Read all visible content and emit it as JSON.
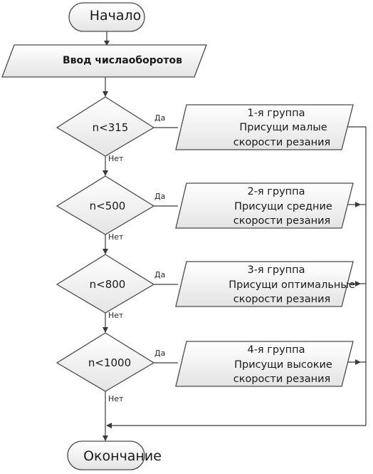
{
  "start": {
    "label": "Начало"
  },
  "input": {
    "label": "Ввод числаоборотов"
  },
  "decisions": [
    {
      "condition": "n<315",
      "yes_label": "Да",
      "no_label": "Нет"
    },
    {
      "condition": "n<500",
      "yes_label": "Да",
      "no_label": "Нет"
    },
    {
      "condition": "n<800",
      "yes_label": "Да",
      "no_label": "Нет"
    },
    {
      "condition": "n<1000",
      "yes_label": "Да",
      "no_label": "Нет"
    }
  ],
  "outputs": [
    {
      "group": "1-я группа",
      "line2": "Присущи малые",
      "line3": "скорости резания"
    },
    {
      "group": "2-я группа",
      "line2": "Присущи средние",
      "line3": "скорости резания"
    },
    {
      "group": "3-я группа",
      "line2": "Присущи оптимальные",
      "line3": "скорости резания"
    },
    {
      "group": "4-я группа",
      "line2": "Присущи высокие",
      "line3": "скорости резания"
    }
  ],
  "end": {
    "label": "Окончание"
  },
  "colors": {
    "fill_top": "#ffffff",
    "fill_bottom": "#e6e6e6",
    "stroke": "#4a4a4a"
  }
}
